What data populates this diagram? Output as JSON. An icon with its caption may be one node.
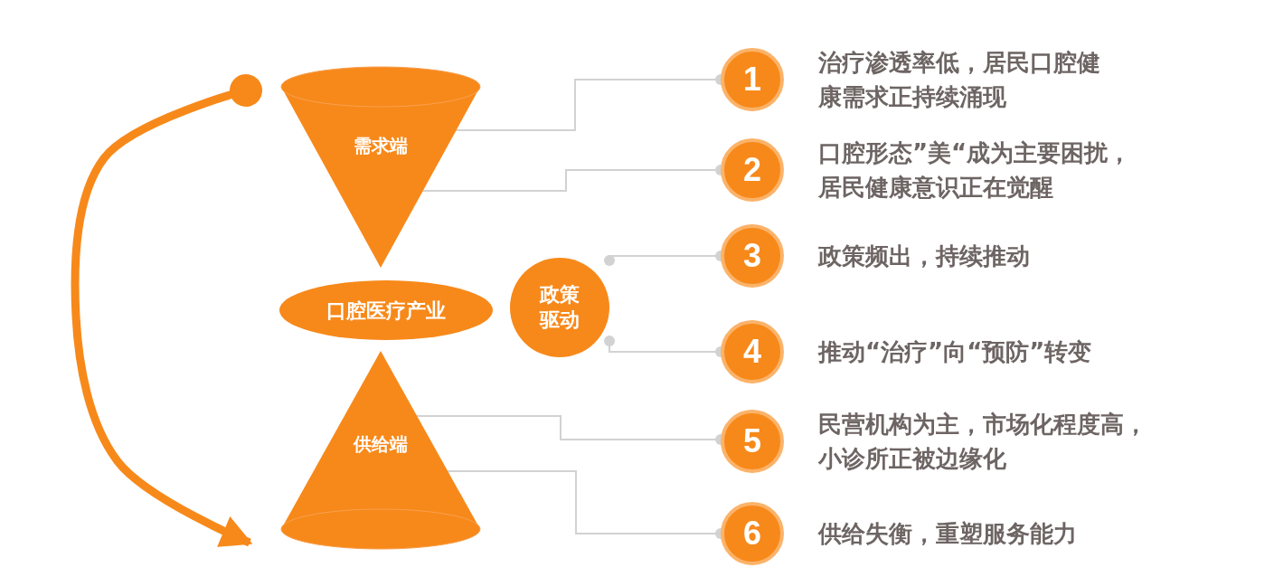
{
  "diagram": {
    "nodes": [
      {
        "text": [
          "需求端"
        ]
      },
      {
        "text": [
          "口腔医疗产业"
        ]
      },
      {
        "text": [
          "供给端"
        ]
      },
      {
        "text": [
          "政策驱动"
        ]
      },
      {
        "text": [
          "1"
        ],
        "beside": [
          "治疗渗透率低，居民口腔健康需求正持续涌现"
        ]
      },
      {
        "text": [
          "2"
        ],
        "beside": [
          "口腔形态”美“成为主要困扰，居民健康意识正在觉醒"
        ]
      },
      {
        "text": [
          "3"
        ],
        "beside": [
          "政策频出，持续推动"
        ]
      },
      {
        "text": [
          "4"
        ],
        "beside": [
          "推动“治疗”向“预防”转变"
        ]
      },
      {
        "text": [
          "5"
        ],
        "beside": [
          "民营机构为主，市场化程度高，小诊所正被边缘化"
        ]
      },
      {
        "text": [
          "6"
        ],
        "beside": [
          "供给失衡，重塑服务能力"
        ]
      }
    ],
    "edges": [
      {
        "from": 0,
        "to": 4,
        "arrow": "other"
      },
      {
        "from": 0,
        "to": 5,
        "arrow": "other"
      },
      {
        "from": 3,
        "to": 6,
        "arrow": "other"
      },
      {
        "from": 3,
        "to": 7,
        "arrow": "other"
      },
      {
        "from": 2,
        "to": 8,
        "arrow": "other"
      },
      {
        "from": 2,
        "to": 9,
        "arrow": "other"
      },
      {
        "from": 0,
        "to": 2,
        "arrow": "to",
        "style": "thick",
        "color": "#f7891a"
      }
    ]
  }
}
